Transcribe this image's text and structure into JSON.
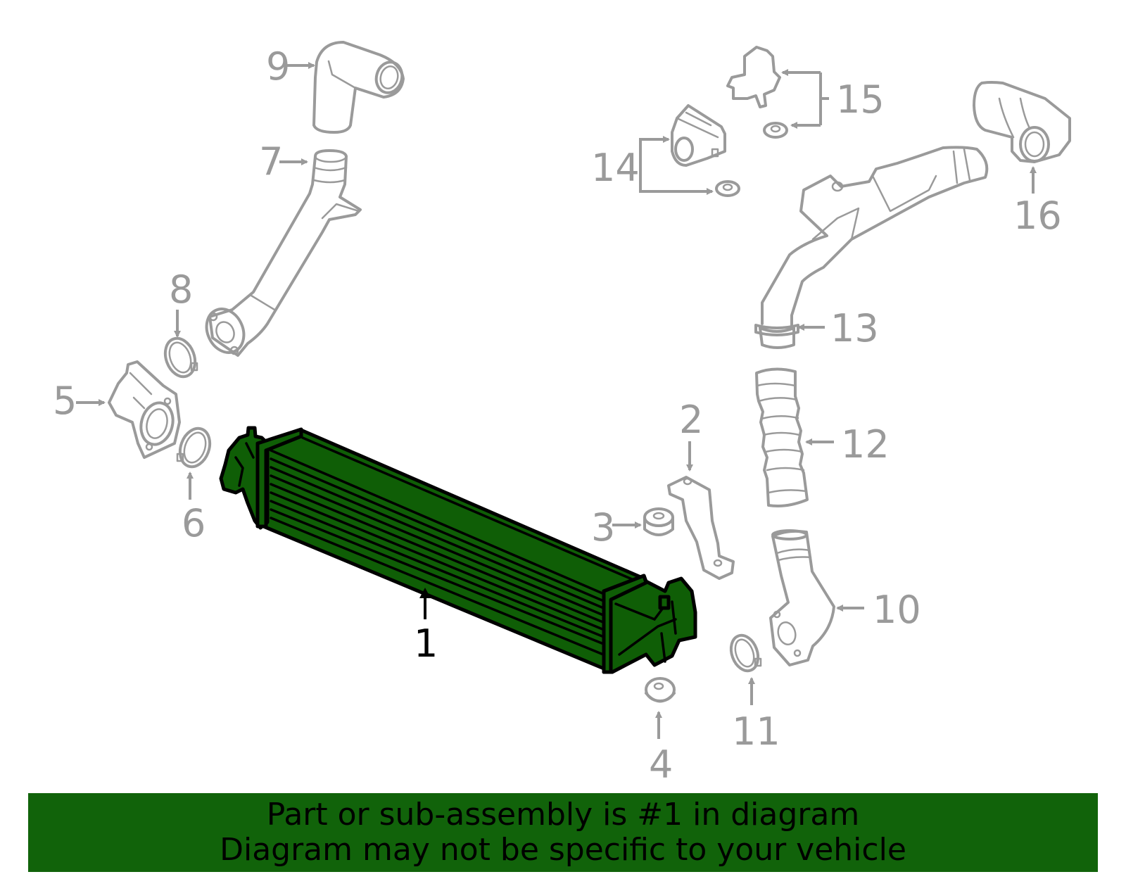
{
  "diagram": {
    "title": "Intercooler assembly exploded parts diagram",
    "highlight_color": "#0f5e06",
    "line_color": "#9a9a9a",
    "highlighted_part": "1",
    "callouts": [
      {
        "number": "1",
        "part": "intercooler"
      },
      {
        "number": "2",
        "part": "bracket"
      },
      {
        "number": "3",
        "part": "grommet"
      },
      {
        "number": "4",
        "part": "lower-mount-insulator"
      },
      {
        "number": "5",
        "part": "inlet-adapter"
      },
      {
        "number": "6",
        "part": "clamp"
      },
      {
        "number": "7",
        "part": "inlet-pipe"
      },
      {
        "number": "8",
        "part": "clamp"
      },
      {
        "number": "9",
        "part": "elbow-hose"
      },
      {
        "number": "10",
        "part": "outlet-pipe"
      },
      {
        "number": "11",
        "part": "clamp"
      },
      {
        "number": "12",
        "part": "bellows-hose"
      },
      {
        "number": "13",
        "part": "outlet-tube"
      },
      {
        "number": "14",
        "part": "sensor-and-grommet"
      },
      {
        "number": "15",
        "part": "sensor-and-grommet"
      },
      {
        "number": "16",
        "part": "elbow-hose"
      }
    ]
  },
  "banner": {
    "line1": "Part or sub-assembly is #1 in diagram",
    "line2": "Diagram may not be specific to your vehicle",
    "background": "#11630a"
  }
}
